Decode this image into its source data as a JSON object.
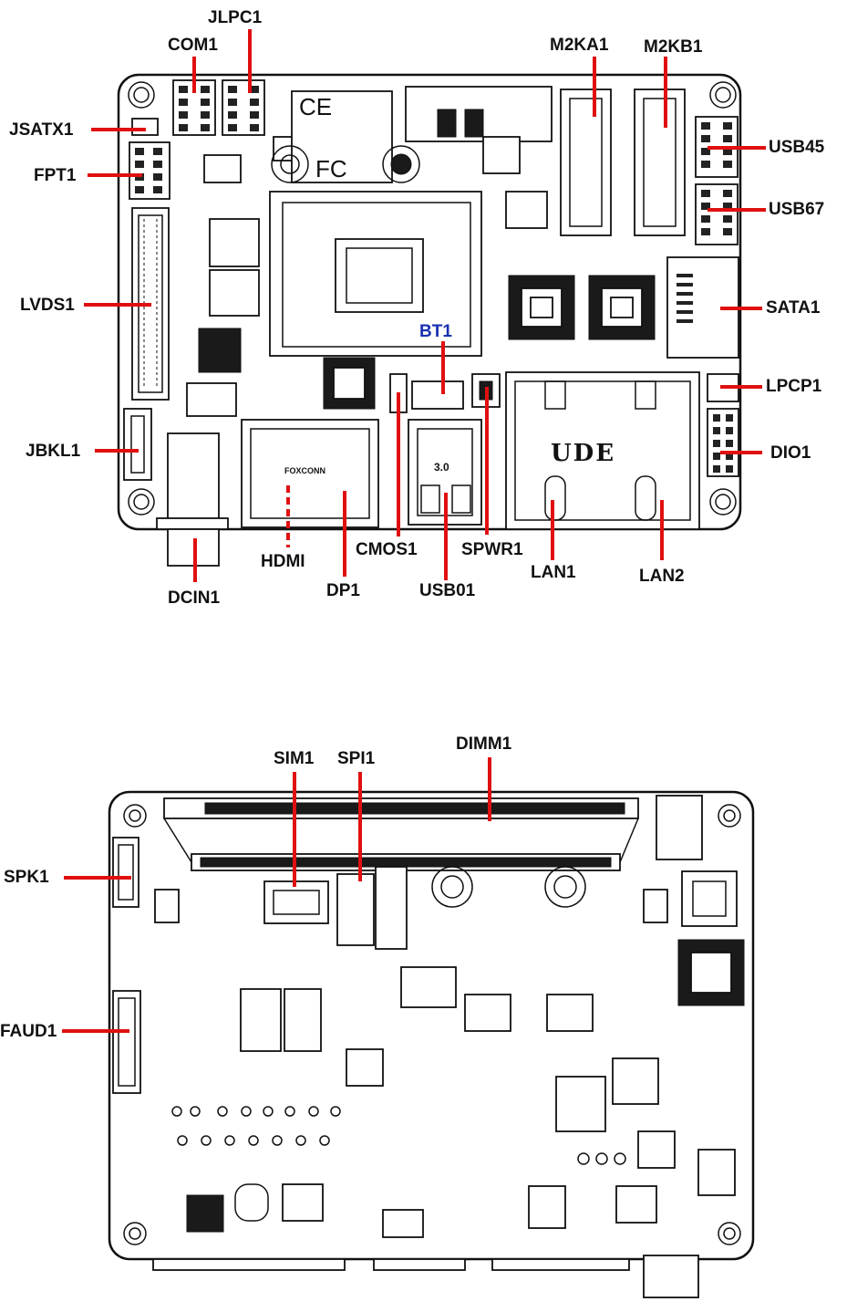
{
  "top_board": {
    "labels": {
      "jlpc1": "JLPC1",
      "com1": "COM1",
      "m2ka1": "M2KA1",
      "m2kb1": "M2KB1",
      "jsatx1": "JSATX1",
      "usb45": "USB45",
      "fpt1": "FPT1",
      "usb67": "USB67",
      "lvds1": "LVDS1",
      "sata1": "SATA1",
      "bt1": "BT1",
      "lpcp1": "LPCP1",
      "jbkl1": "JBKL1",
      "dio1": "DIO1",
      "hdmi": "HDMI",
      "cmos1": "CMOS1",
      "spwr1": "SPWR1",
      "lan1": "LAN1",
      "lan2": "LAN2",
      "dcin1": "DCIN1",
      "dp1": "DP1",
      "usb01": "USB01"
    },
    "silkscreen": {
      "ce": "CE",
      "fc": "FC",
      "foxconn": "FOXCONN",
      "usb_version": "3.0",
      "lan_logo": "UDE"
    }
  },
  "bottom_board": {
    "labels": {
      "sim1": "SIM1",
      "spi1": "SPI1",
      "dimm1": "DIMM1",
      "spk1": "SPK1",
      "faud1": "FAUD1"
    }
  },
  "colors": {
    "callout_line": "#e01010",
    "bt1_label": "#1a2fb0",
    "board_outline": "#111111"
  }
}
